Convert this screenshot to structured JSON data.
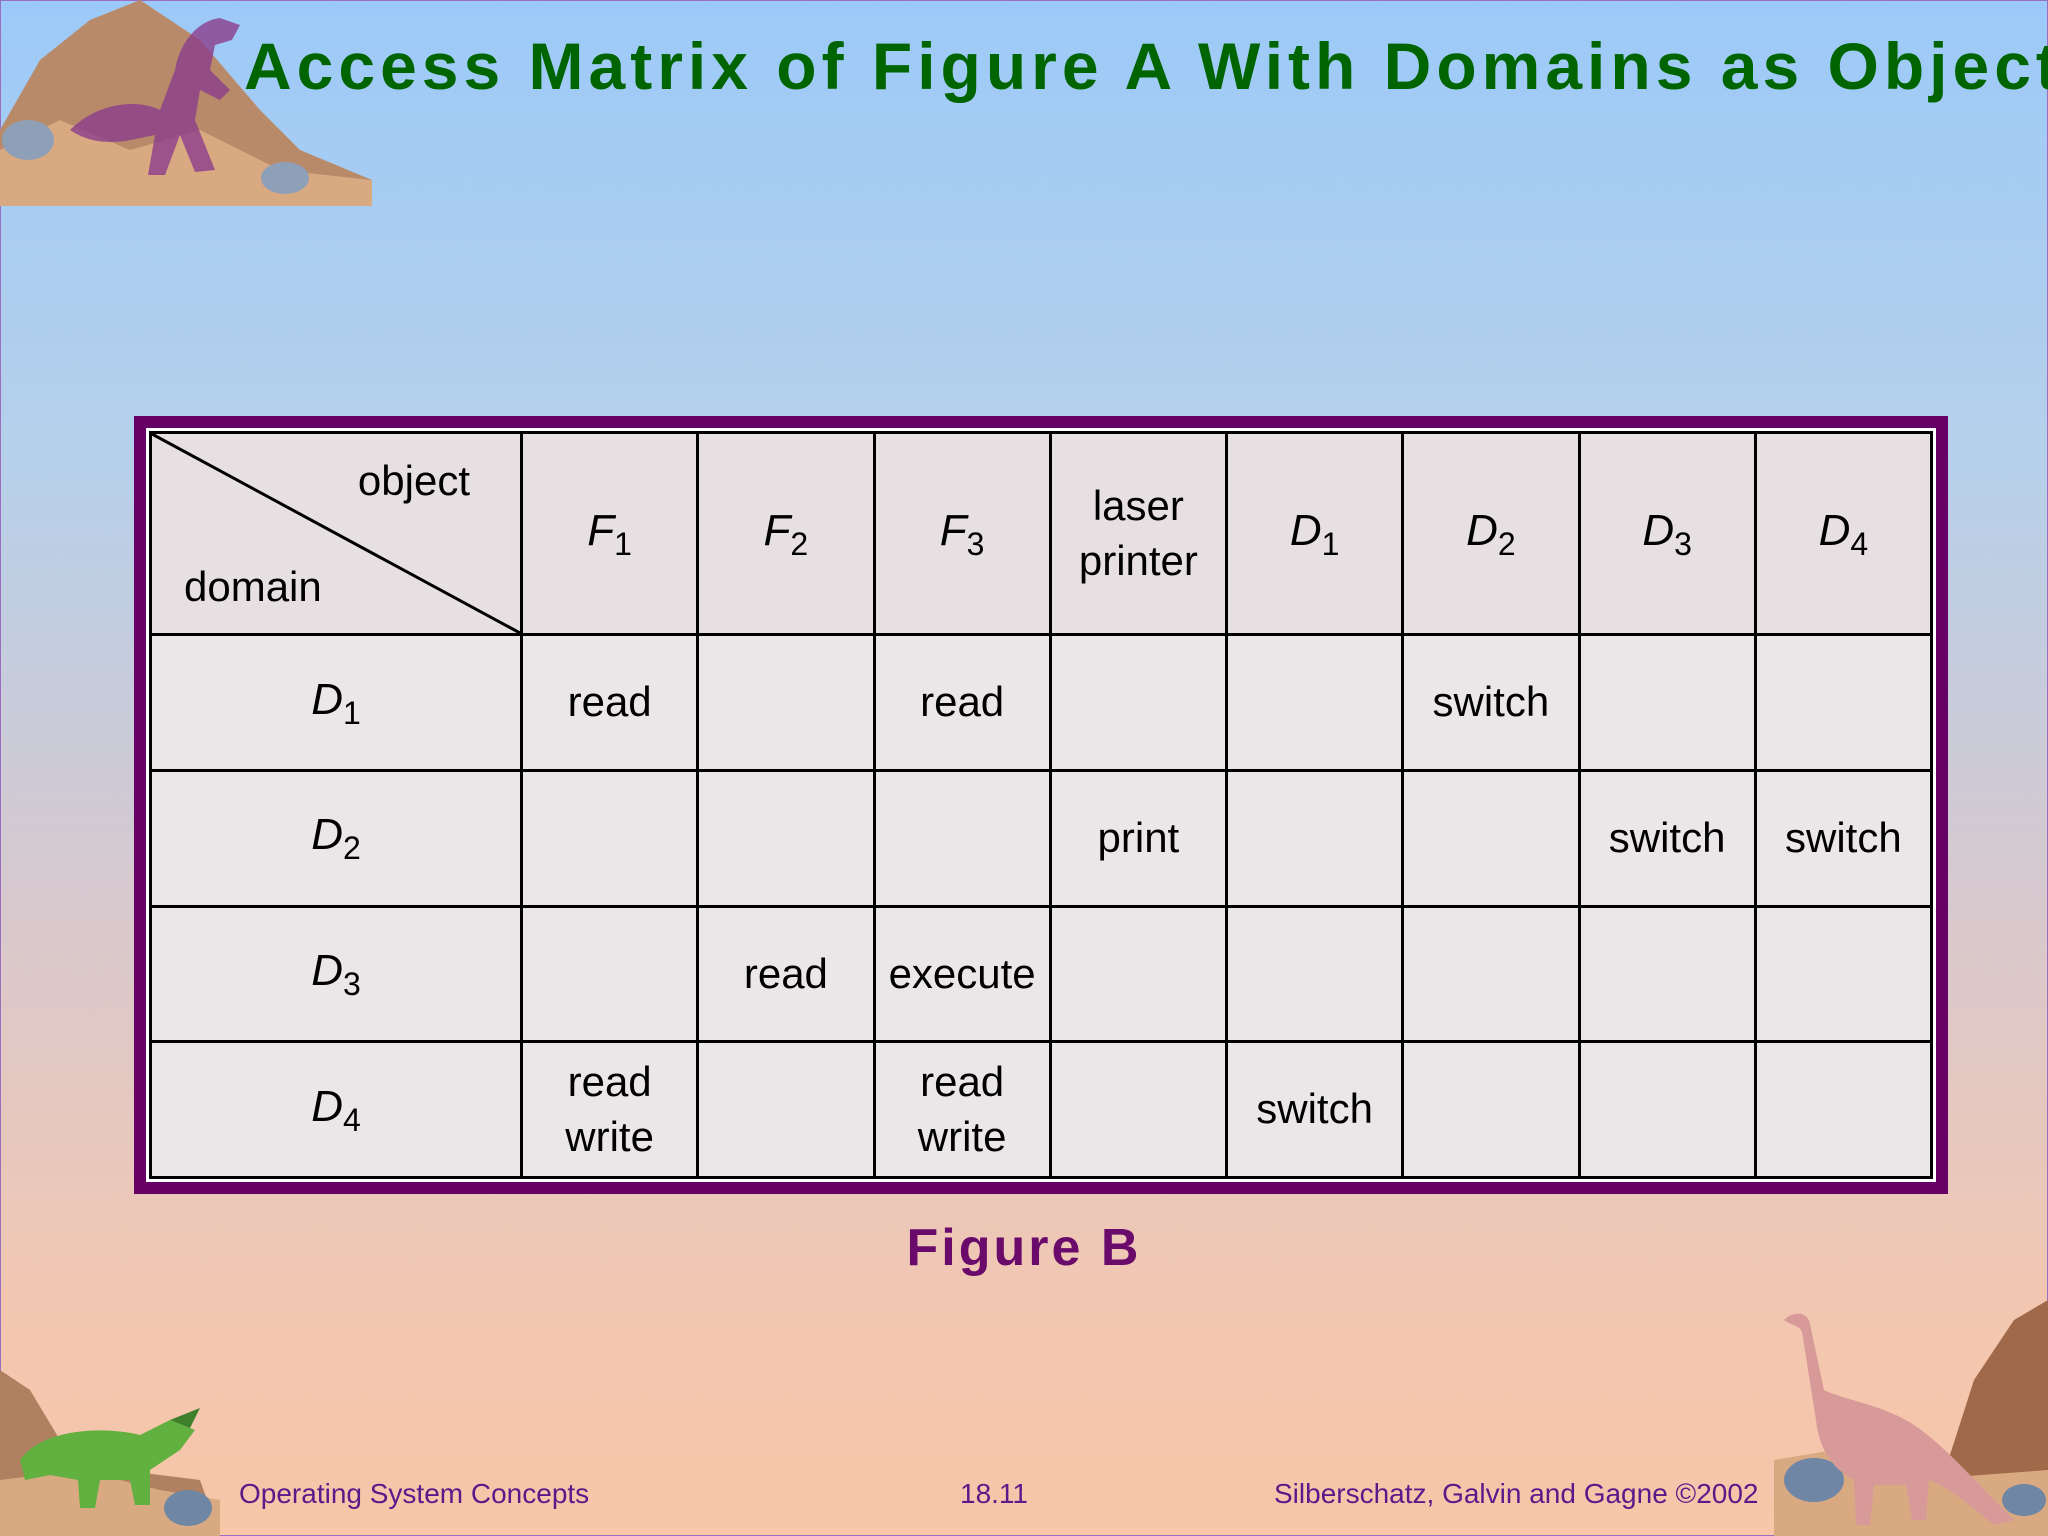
{
  "title": "Access Matrix of Figure A With Domains as Objects",
  "table": {
    "corner_object": "object",
    "corner_domain": "domain",
    "columns": [
      {
        "sym": "F",
        "sub": "1"
      },
      {
        "sym": "F",
        "sub": "2"
      },
      {
        "sym": "F",
        "sub": "3"
      },
      {
        "line1": "laser",
        "line2": "printer"
      },
      {
        "sym": "D",
        "sub": "1"
      },
      {
        "sym": "D",
        "sub": "2"
      },
      {
        "sym": "D",
        "sub": "3"
      },
      {
        "sym": "D",
        "sub": "4"
      }
    ],
    "rows": [
      {
        "sym": "D",
        "sub": "1",
        "cells": [
          [
            "read"
          ],
          [],
          [
            "read"
          ],
          [],
          [],
          [
            "switch"
          ],
          [],
          []
        ]
      },
      {
        "sym": "D",
        "sub": "2",
        "cells": [
          [],
          [],
          [],
          [
            "print"
          ],
          [],
          [],
          [
            "switch"
          ],
          [
            "switch"
          ]
        ]
      },
      {
        "sym": "D",
        "sub": "3",
        "cells": [
          [],
          [
            "read"
          ],
          [
            "execute"
          ],
          [],
          [],
          [],
          [],
          []
        ]
      },
      {
        "sym": "D",
        "sub": "4",
        "cells": [
          [
            "read",
            "write"
          ],
          [],
          [
            "read",
            "write"
          ],
          [],
          [
            "switch"
          ],
          [],
          [],
          []
        ]
      }
    ]
  },
  "caption": "Figure B",
  "footer": {
    "left": "Operating System Concepts",
    "center": "18.11",
    "right": "Silberschatz, Galvin and  Gagne ©2002"
  },
  "colors": {
    "title": "#006400",
    "frame": "#660066",
    "caption": "#6a0a6a",
    "footer": "#5a1a8a"
  },
  "icons": [
    "trex-dinosaur-icon",
    "triceratops-dinosaur-icon",
    "brontosaurus-dinosaur-icon"
  ]
}
